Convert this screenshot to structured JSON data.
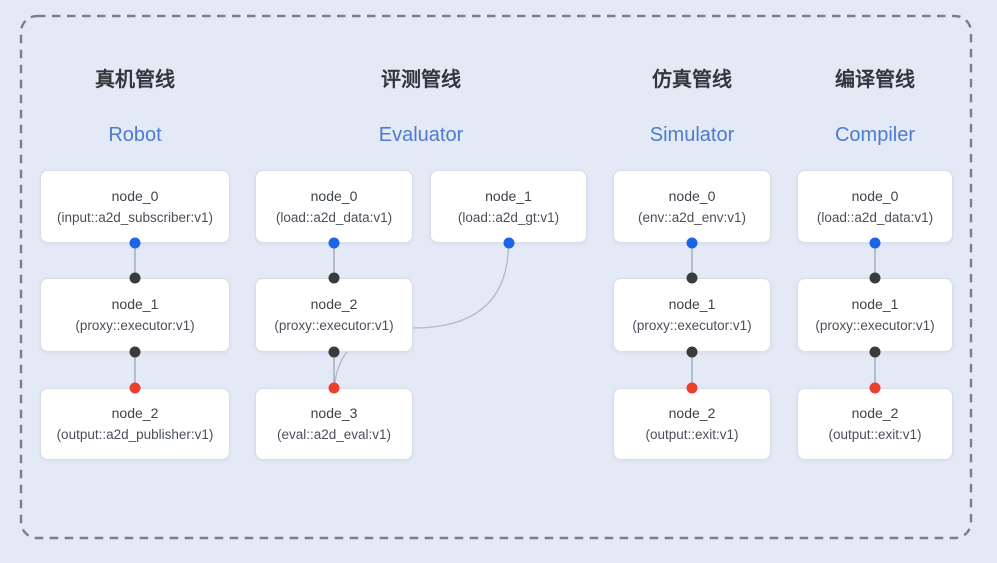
{
  "colors": {
    "background": "#e4e9f6",
    "frame_border": "#7a7f89",
    "box_bg": "#ffffff",
    "box_border": "#d9dde6",
    "title_zh": "#33373d",
    "title_en": "#4d7ccd",
    "node_name": "#3d434b",
    "node_detail": "#4a505a",
    "connector": "#98a0ac",
    "curve": "#b0b9c9",
    "dot_blue": "#1c66e5",
    "dot_black": "#3b3b3d",
    "dot_red": "#e9402f"
  },
  "pipelines": [
    {
      "title_zh": "真机管线",
      "title_en": "Robot",
      "nodes": [
        {
          "name": "node_0",
          "detail": "(input::a2d_subscriber:v1)"
        },
        {
          "name": "node_1",
          "detail": "(proxy::executor:v1)"
        },
        {
          "name": "node_2",
          "detail": "(output::a2d_publisher:v1)"
        }
      ]
    },
    {
      "title_zh": "评测管线",
      "title_en": "Evaluator",
      "nodes": [
        {
          "name": "node_0",
          "detail": "(load::a2d_data:v1)"
        },
        {
          "name": "node_1",
          "detail": "(load::a2d_gt:v1)"
        },
        {
          "name": "node_2",
          "detail": "(proxy::executor:v1)"
        },
        {
          "name": "node_3",
          "detail": "(eval::a2d_eval:v1)"
        }
      ]
    },
    {
      "title_zh": "仿真管线",
      "title_en": "Simulator",
      "nodes": [
        {
          "name": "node_0",
          "detail": "(env::a2d_env:v1)"
        },
        {
          "name": "node_1",
          "detail": "(proxy::executor:v1)"
        },
        {
          "name": "node_2",
          "detail": "(output::exit:v1)"
        }
      ]
    },
    {
      "title_zh": "编译管线",
      "title_en": "Compiler",
      "nodes": [
        {
          "name": "node_0",
          "detail": "(load::a2d_data:v1)"
        },
        {
          "name": "node_1",
          "detail": "(proxy::executor:v1)"
        },
        {
          "name": "node_2",
          "detail": "(output::exit:v1)"
        }
      ]
    }
  ]
}
